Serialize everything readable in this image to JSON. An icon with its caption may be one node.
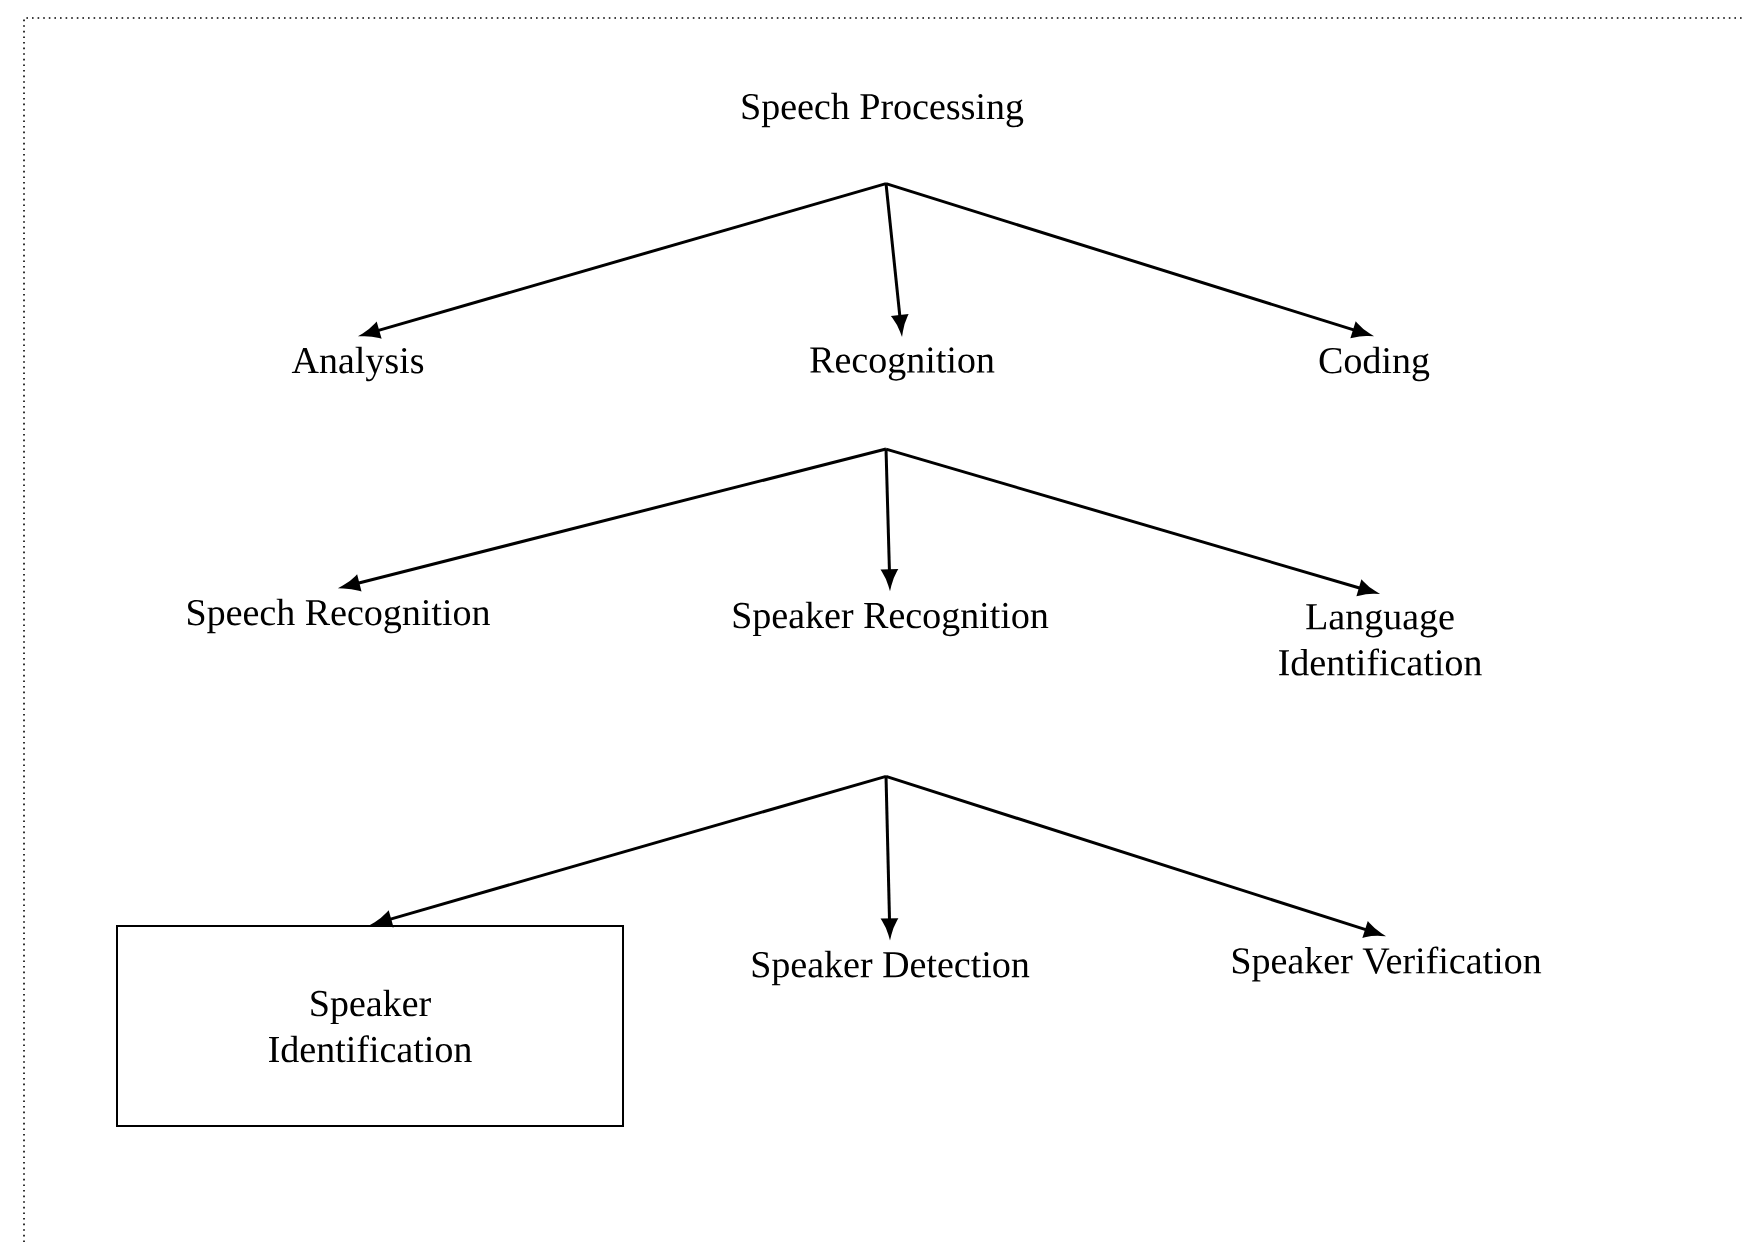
{
  "diagram": {
    "nodes": [
      {
        "text": [
          "Speech Processing"
        ]
      },
      {
        "text": [
          "Analysis"
        ]
      },
      {
        "text": [
          "Recognition"
        ]
      },
      {
        "text": [
          "Coding"
        ]
      },
      {
        "text": [
          "Speech Recognition"
        ]
      },
      {
        "text": [
          "Speaker Recognition"
        ]
      },
      {
        "text": [
          "Language Identification"
        ]
      },
      {
        "text": [
          "Speaker Identification"
        ]
      },
      {
        "text": [
          "Speaker Detection"
        ]
      },
      {
        "text": [
          "Speaker Verification"
        ]
      }
    ],
    "edges": [
      {
        "from": 0,
        "to": 1,
        "arrow": "to"
      },
      {
        "from": 0,
        "to": 2,
        "arrow": "to"
      },
      {
        "from": 0,
        "to": 3,
        "arrow": "to"
      },
      {
        "from": 2,
        "to": 4,
        "arrow": "to"
      },
      {
        "from": 2,
        "to": 5,
        "arrow": "to"
      },
      {
        "from": 2,
        "to": 6,
        "arrow": "to"
      },
      {
        "from": 5,
        "to": 7,
        "arrow": "to"
      },
      {
        "from": 5,
        "to": 8,
        "arrow": "to"
      },
      {
        "from": 5,
        "to": 9,
        "arrow": "to"
      }
    ]
  }
}
